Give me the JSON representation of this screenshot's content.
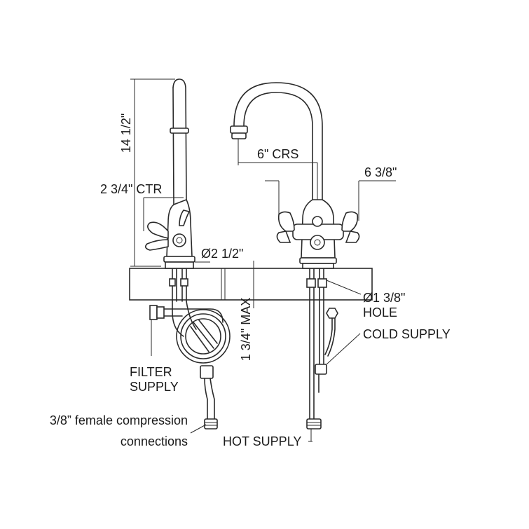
{
  "labels": {
    "height": "14 1/2\"",
    "handle_center": "2 3/4\" CTR",
    "base_diameter": "Ø2 1/2\"",
    "spout_crs": "6\" CRS",
    "handle_span": "6 3/8\"",
    "hole_line1": "Ø1 3/8\"",
    "hole_line2": "HOLE",
    "deck_max": "1 3/4\" MAX",
    "cold_supply": "COLD SUPPLY",
    "filter_line1": "FILTER",
    "filter_line2": "SUPPLY",
    "connection_line1": "3/8” female compression",
    "connection_line2": "connections",
    "hot_supply": "HOT SUPPLY"
  }
}
